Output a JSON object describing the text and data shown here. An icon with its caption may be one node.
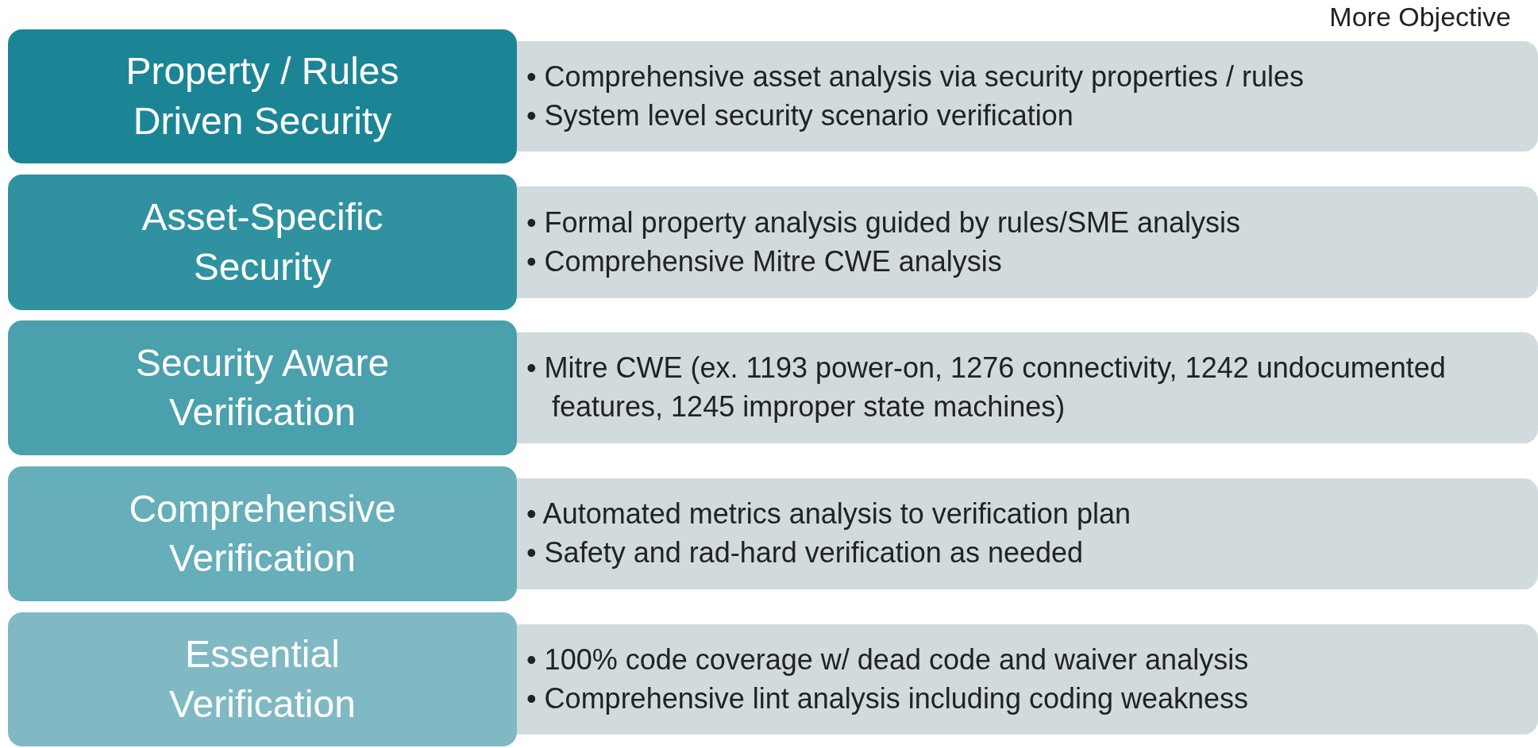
{
  "diagram": {
    "nodes": [
      {
        "text": [
          "Property / Rules Driven Security"
        ]
      },
      {
        "text": [
          "• Comprehensive asset analysis via security properties / rules",
          "• System level security scenario verification"
        ]
      },
      {
        "text": [
          "Asset-Specific Security"
        ]
      },
      {
        "text": [
          "• Formal property analysis guided by rules/SME analysis",
          "• Comprehensive Mitre CWE analysis"
        ]
      },
      {
        "text": [
          "Security Aware Verification"
        ]
      },
      {
        "text": [
          "• Mitre CWE (ex. 1193 power-on, 1276 connectivity, 1242 undocumented features, 1245 improper state machines)"
        ]
      },
      {
        "text": [
          "Comprehensive Verification"
        ]
      },
      {
        "text": [
          "• Automated metrics analysis to verification plan",
          "• Safety and rad-hard verification as needed"
        ]
      },
      {
        "text": [
          "Essential Verification"
        ]
      },
      {
        "text": [
          "• 100% code coverage w/ dead code and waiver analysis",
          "• Comprehensive lint analysis including coding weakness"
        ]
      }
    ],
    "edges": [],
    "labels": [
      "More Objective"
    ]
  }
}
